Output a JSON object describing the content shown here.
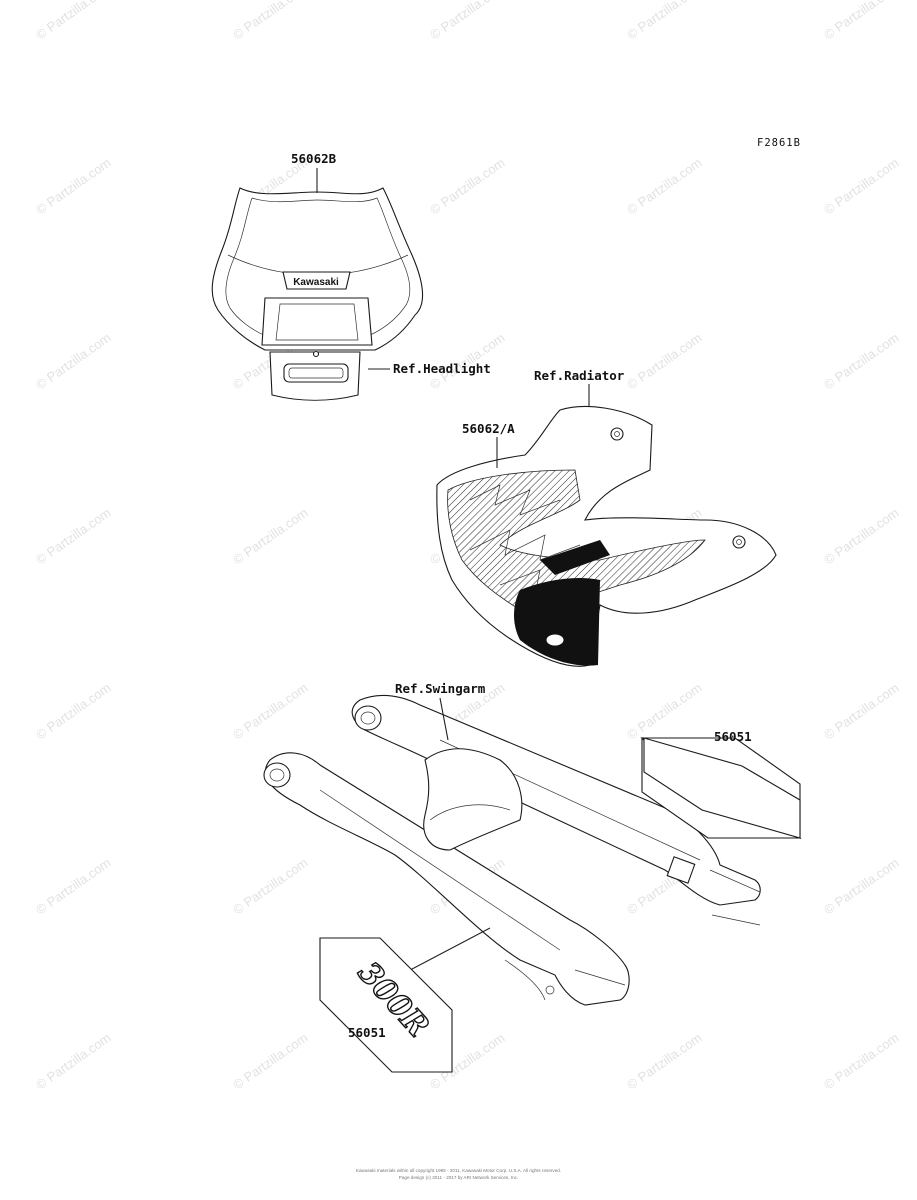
{
  "figure_code": "F2861B",
  "watermark": "© Partzilla.com",
  "labels": {
    "headlight_cover_part": "56062B",
    "ref_headlight": "Ref.Headlight",
    "ref_radiator": "Ref.Radiator",
    "shroud_part": "56062/A",
    "ref_swingarm": "Ref.Swingarm",
    "decal_right_part": "56051",
    "decal_left_part": "56051"
  },
  "headlight_brand": "Kawasaki",
  "decal_text": "300R",
  "footer": {
    "line1": "Kawasaki materials within all copyright 1995 - 2011, Kawasaki Motor Corp. U.S.A. All rights reserved.",
    "line2": "Page design (c) 2011 - 2017 by ARI Network Services, Inc."
  }
}
